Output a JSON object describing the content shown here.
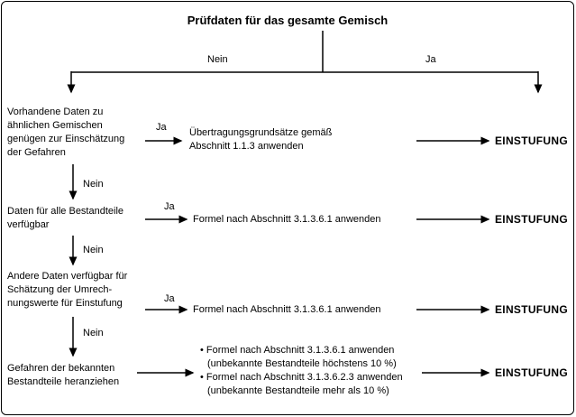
{
  "title": "Prüfdaten für das gesamte Gemisch",
  "top_branch": {
    "no_label": "Nein",
    "yes_label": "Ja"
  },
  "rows": [
    {
      "condition": "Vorhandene Daten zu ähnlichen Gemischen genügen zur Einschätzung der Gefahren",
      "yes_label": "Ja",
      "action": "Übertragungsgrundsätze gemäß Abschnitt 1.1.3 anwenden",
      "result": "EINSTUFUNG",
      "no_label": "Nein"
    },
    {
      "condition": "Daten für alle Bestandteile verfügbar",
      "yes_label": "Ja",
      "action": "Formel nach Abschnitt 3.1.3.6.1 anwenden",
      "result": "EINSTUFUNG",
      "no_label": "Nein"
    },
    {
      "condition": "Andere Daten verfügbar für Schätzung der Umrech-nungswerte für Einstufung",
      "yes_label": "Ja",
      "action": "Formel nach Abschnitt 3.1.3.6.1 anwenden",
      "result": "EINSTUFUNG",
      "no_label": "Nein"
    },
    {
      "condition": "Gefahren der bekannten Bestandteile heranziehen",
      "actions": [
        "• Formel nach Abschnitt 3.1.3.6.1 anwenden",
        "(unbekannte Bestandteile höchstens 10 %)",
        "• Formel nach Abschnitt 3.1.3.6.2.3 anwenden",
        "(unbekannte Bestandteile mehr als 10 %)"
      ],
      "result": "EINSTUFUNG"
    }
  ]
}
